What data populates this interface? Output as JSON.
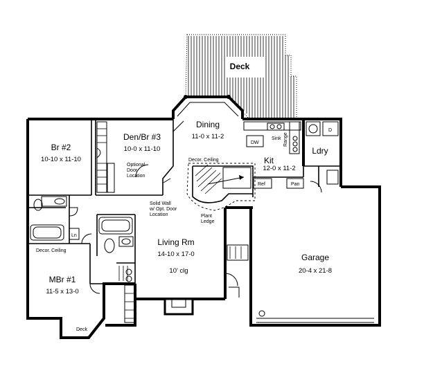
{
  "rooms": {
    "deck": {
      "name": "Deck"
    },
    "dining": {
      "name": "Dining",
      "size": "11-0 x 11-2"
    },
    "br2": {
      "name": "Br #2",
      "size": "10-10 x 11-10"
    },
    "den": {
      "name": "Den/Br #3",
      "size": "10-0 x 11-10"
    },
    "kit": {
      "name": "Kit",
      "size": "12-0 x 11-2"
    },
    "ldry": {
      "name": "Ldry"
    },
    "living": {
      "name": "Living Rm",
      "size": "14-10 x 17-0",
      "ceiling": "10' clg"
    },
    "mbr": {
      "name": "MBr #1",
      "size": "11-5 x 13-0"
    },
    "garage": {
      "name": "Garage",
      "size": "20-4 x 21-8"
    }
  },
  "notes": {
    "optional_door_1": "Optional",
    "optional_door_2": "Door",
    "optional_door_3": "Location",
    "solid_wall_1": "Solid Wall",
    "solid_wall_2": "w/ Opt. Door",
    "solid_wall_3": "Location",
    "decor_ceiling_kit": "Decor. Ceiling",
    "decor_ceiling_mbr": "Decor. Ceiling",
    "plant_ledge_1": "Plant",
    "plant_ledge_2": "Ledge",
    "sink": "Sink",
    "range": "Range",
    "dw": "DW",
    "ref": "Ref",
    "pan": "Pan",
    "ln": "Ln",
    "dryer": "D",
    "deck_small": "Deck"
  }
}
